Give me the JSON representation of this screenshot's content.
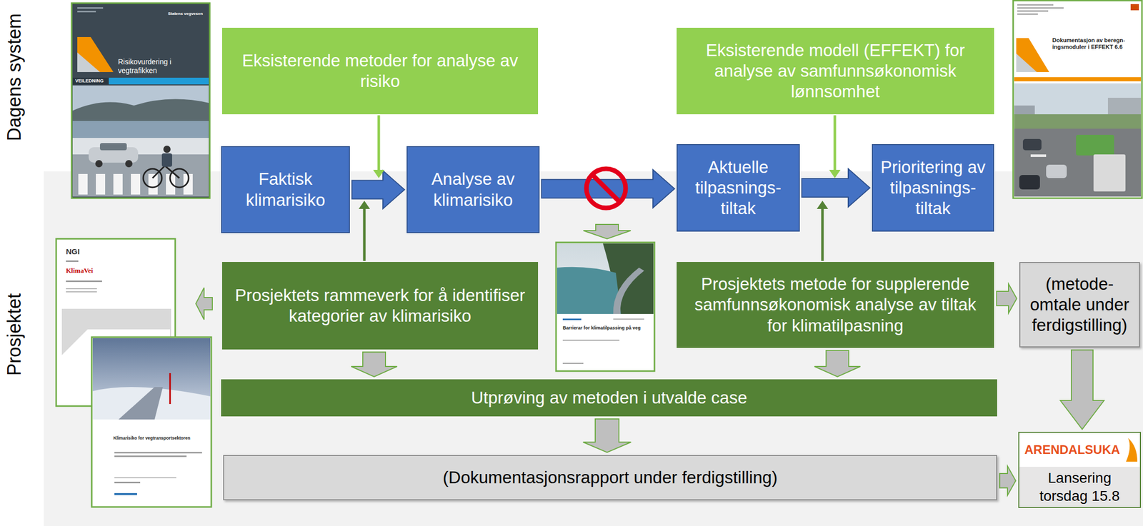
{
  "diagram": {
    "nodes": [
      {
        "text": [
          "Eksisterende metoder for analyse av risiko"
        ]
      },
      {
        "text": [
          "Eksisterende modell (EFFEKT) for analyse av samfunnsøkonomisk lønnsomhet"
        ]
      },
      {
        "text": [
          "Faktisk klimarisiko"
        ]
      },
      {
        "text": [
          "Analyse av klimarisiko"
        ]
      },
      {
        "text": [
          "Aktuelle tilpasnings- tiltak"
        ]
      },
      {
        "text": [
          "Prioritering av tilpasnings- tiltak"
        ]
      },
      {
        "text": [
          "Prosjektets rammeverk for å identifiser kategorier av klimarisiko"
        ]
      },
      {
        "text": [
          "Prosjektets metode for supplerende samfunnsøkonomisk analyse av tiltak for klimatilpasning"
        ]
      },
      {
        "text": [
          "(metode- omtale under ferdigstilling)"
        ]
      },
      {
        "text": [
          "Utprøving av metoden i utvalde case"
        ]
      },
      {
        "text": [
          "(Dokumentasjonsrapport under ferdigstilling)"
        ]
      },
      {
        "text": [
          "ARENDALSUKA",
          "Lansering torsdag 15.8"
        ]
      }
    ],
    "edges": [
      {
        "from": 2,
        "to": 3,
        "arrow": "to"
      },
      {
        "from": 3,
        "to": 4,
        "arrow": "to"
      },
      {
        "from": 4,
        "to": 5,
        "arrow": "to"
      },
      {
        "from": 6,
        "to": 9,
        "arrow": "to"
      },
      {
        "from": 7,
        "to": 9,
        "arrow": "to"
      },
      {
        "from": 7,
        "to": 8,
        "arrow": "to"
      },
      {
        "from": 9,
        "to": 10,
        "arrow": "to"
      },
      {
        "from": 8,
        "to": 11,
        "arrow": "to"
      },
      {
        "from": 10,
        "to": 11,
        "arrow": "to"
      }
    ],
    "labels": [
      "Dagens system",
      "Prosjektet",
      "Statens vegvesen",
      "Risikovurdering i vegtrafikken",
      "VEILEDNING",
      "Dokumentasjon av beregn- ingsmoduler i EFFEKT 6.6",
      "NGI",
      "KlimaVei",
      "Barrierar for klimatilpassing på veg",
      "Klimarisiko for vegtransportsektoren"
    ]
  }
}
